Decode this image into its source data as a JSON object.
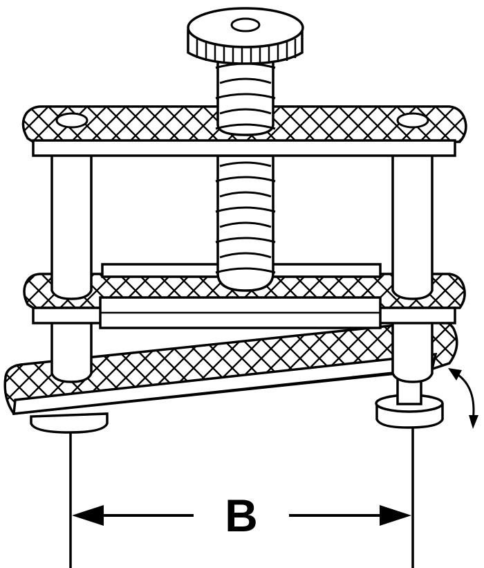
{
  "diagram": {
    "dimension_label": "B",
    "colors": {
      "ink": "#000000",
      "fill": "#ffffff"
    },
    "parts": [
      "thumb-screw",
      "top-plate",
      "guide-post-left",
      "guide-post-right",
      "middle-plate",
      "hinged-bottom-plate",
      "foot-left",
      "foot-right",
      "swing-arrow",
      "dimension-arrow"
    ]
  }
}
